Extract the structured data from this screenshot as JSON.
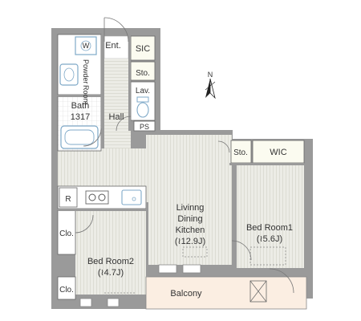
{
  "rooms": {
    "entrance": "Ent.",
    "sic": "SIC",
    "storage_hall": "Sto.",
    "lavatory": "Lav.",
    "hall": "Hall",
    "ps": "PS",
    "washer": "W",
    "powder_room_line1": "Powder",
    "powder_room_line2": "Room",
    "bath_name": "Bath",
    "bath_size": "1317",
    "refrigerator": "R",
    "ldk_line1": "Livinng",
    "ldk_line2": "Dining",
    "ldk_line3": "Kitchen",
    "ldk_area": "(≀12.9J)",
    "storage_bed1": "Sto.",
    "wic": "WIC",
    "bedroom1_name": "Bed Room1",
    "bedroom1_area": "(≀5.6J)",
    "bedroom2_name": "Bed Room2",
    "bedroom2_area": "(≀4.7J)",
    "closet_upper": "Clo.",
    "closet_lower": "Clo.",
    "balcony": "Balcony"
  },
  "compass": {
    "north": "N",
    "icon": "north-arrow-icon"
  },
  "colors": {
    "wall": "#9a9a9a",
    "floor": "#ecece6",
    "floor_grain": "#dcdcd3",
    "wet_area": "#ffffff",
    "fixture_blue": "#7fa9c8",
    "storage_fill": "#fbfbf0",
    "balcony": "#fbeee2",
    "text": "#333333"
  }
}
